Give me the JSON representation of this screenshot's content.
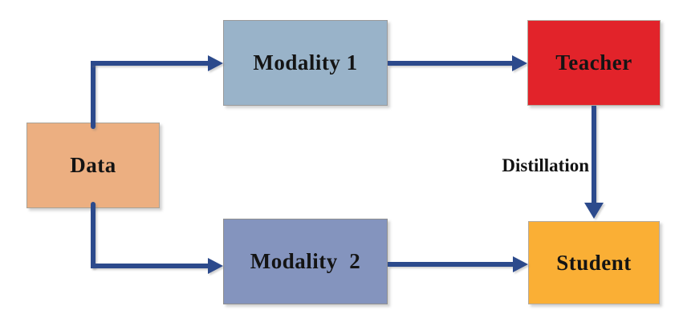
{
  "diagram": {
    "title": "cross-modal knowledge distillation flow",
    "background_color": "#ffffff",
    "arrow_color": "#2C4A8C",
    "text_color": "#141414",
    "nodes": [
      {
        "id": "data",
        "label": "Data",
        "fill": "#ECAF81"
      },
      {
        "id": "modality1",
        "label": "Modality 1",
        "fill": "#99B3C9"
      },
      {
        "id": "teacher",
        "label": "Teacher",
        "fill": "#E2232A"
      },
      {
        "id": "modality2",
        "label": "Modality  2",
        "fill": "#8494BE"
      },
      {
        "id": "student",
        "label": "Student",
        "fill": "#FAAF35"
      }
    ],
    "edges": [
      {
        "from": "data",
        "to": "modality1",
        "label": ""
      },
      {
        "from": "data",
        "to": "modality2",
        "label": ""
      },
      {
        "from": "modality1",
        "to": "teacher",
        "label": ""
      },
      {
        "from": "modality2",
        "to": "student",
        "label": ""
      },
      {
        "from": "teacher",
        "to": "student",
        "label": "Distillation"
      }
    ],
    "distillation_label": "Distillation"
  }
}
